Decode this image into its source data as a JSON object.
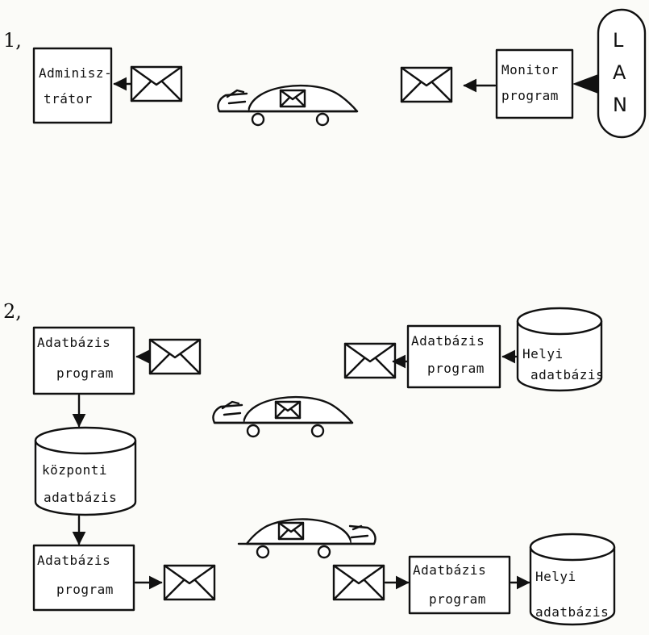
{
  "section1": {
    "number": "1,",
    "admin_box": {
      "line1": "Adminisz-",
      "line2": "trátor"
    },
    "monitor_box": {
      "line1": "Monitor",
      "line2": "program"
    },
    "lan": {
      "l": "L",
      "a": "A",
      "n": "N"
    }
  },
  "section2": {
    "number": "2,",
    "db_program_top_left": {
      "line1": "Adatbázis",
      "line2": "program"
    },
    "db_program_top_right": {
      "line1": "Adatbázis",
      "line2": "program"
    },
    "local_db_top": {
      "line1": "Helyi",
      "line2": "adatbázis"
    },
    "central_db": {
      "line1": "központi",
      "line2": "adatbázis"
    },
    "db_program_bottom_left": {
      "line1": "Adatbázis",
      "line2": "program"
    },
    "db_program_bottom_right": {
      "line1": "Adatbázis",
      "line2": "program"
    },
    "local_db_bottom": {
      "line1": "Helyi",
      "line2": "adatbázis"
    }
  },
  "icons": [
    "envelope-icon",
    "car-icon",
    "arrow-icon",
    "cylinder-database-icon"
  ],
  "colors": {
    "ink": "#111111",
    "paper": "#fbfbf8"
  }
}
